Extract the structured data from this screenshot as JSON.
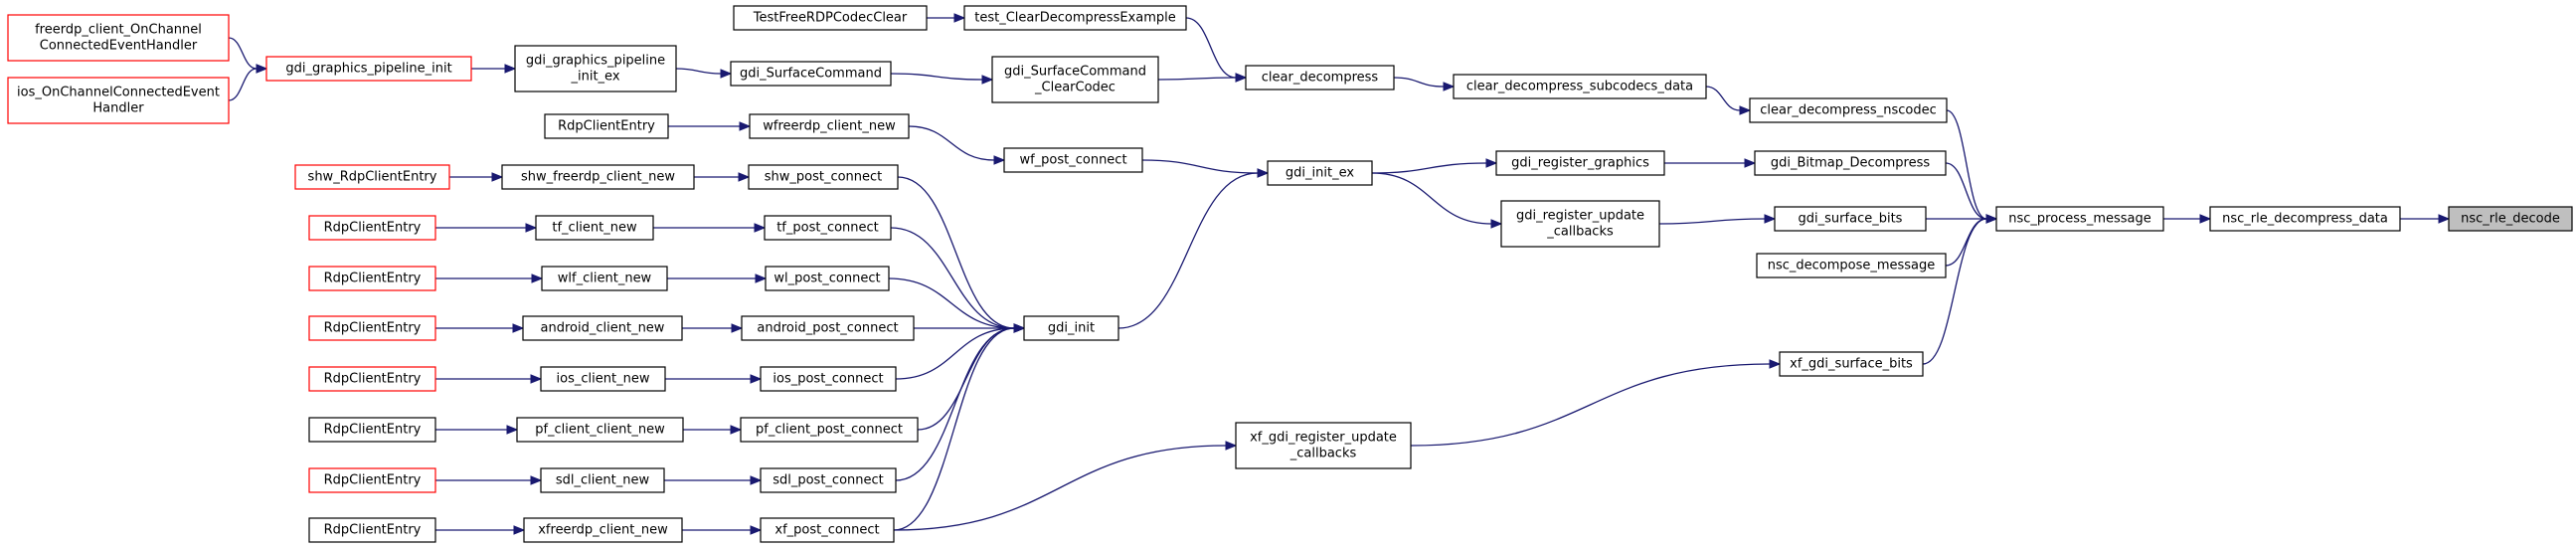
{
  "diagram": {
    "colors": {
      "edge": "#191970",
      "node_border": "#000000",
      "truncated_border": "#ff0000",
      "focus_fill": "#bfbfbf"
    },
    "nodes": [
      {
        "id": "n_freerdp_onch",
        "lines": [
          "freerdp_client_OnChannel",
          "ConnectedEventHandler"
        ],
        "style": "red"
      },
      {
        "id": "n_ios_onch",
        "lines": [
          "ios_OnChannelConnectedEvent",
          "Handler"
        ],
        "style": "red"
      },
      {
        "id": "n_gdi_gp_init",
        "lines": [
          "gdi_graphics_pipeline_init"
        ],
        "style": "red"
      },
      {
        "id": "n_gdi_gp_init_ex",
        "lines": [
          "gdi_graphics_pipeline",
          "_init_ex"
        ],
        "style": "normal"
      },
      {
        "id": "n_gdi_surface_cmd",
        "lines": [
          "gdi_SurfaceCommand"
        ],
        "style": "normal"
      },
      {
        "id": "n_gdi_surface_cmd_cc",
        "lines": [
          "gdi_SurfaceCommand",
          "_ClearCodec"
        ],
        "style": "normal"
      },
      {
        "id": "n_test_free",
        "lines": [
          "TestFreeRDPCodecClear"
        ],
        "style": "normal"
      },
      {
        "id": "n_test_clear",
        "lines": [
          "test_ClearDecompressExample"
        ],
        "style": "normal"
      },
      {
        "id": "n_clear_decompress",
        "lines": [
          "clear_decompress"
        ],
        "style": "normal"
      },
      {
        "id": "n_clear_subcodecs",
        "lines": [
          "clear_decompress_subcodecs_data"
        ],
        "style": "normal"
      },
      {
        "id": "n_clear_nscodec",
        "lines": [
          "clear_decompress_nscodec"
        ],
        "style": "normal"
      },
      {
        "id": "n_rdpce_wf",
        "lines": [
          "RdpClientEntry"
        ],
        "style": "normal"
      },
      {
        "id": "n_wfreerdp_new",
        "lines": [
          "wfreerdp_client_new"
        ],
        "style": "normal"
      },
      {
        "id": "n_wf_post",
        "lines": [
          "wf_post_connect"
        ],
        "style": "normal"
      },
      {
        "id": "n_gdi_init_ex",
        "lines": [
          "gdi_init_ex"
        ],
        "style": "normal"
      },
      {
        "id": "n_gdi_reg_graphics",
        "lines": [
          "gdi_register_graphics"
        ],
        "style": "normal"
      },
      {
        "id": "n_gdi_bitmap_dec",
        "lines": [
          "gdi_Bitmap_Decompress"
        ],
        "style": "normal"
      },
      {
        "id": "n_gdi_reg_update",
        "lines": [
          "gdi_register_update",
          "_callbacks"
        ],
        "style": "normal"
      },
      {
        "id": "n_gdi_surface_bits",
        "lines": [
          "gdi_surface_bits"
        ],
        "style": "normal"
      },
      {
        "id": "n_nsc_process",
        "lines": [
          "nsc_process_message"
        ],
        "style": "normal"
      },
      {
        "id": "n_nsc_decompose",
        "lines": [
          "nsc_decompose_message"
        ],
        "style": "normal"
      },
      {
        "id": "n_nsc_rle_data",
        "lines": [
          "nsc_rle_decompress_data"
        ],
        "style": "normal"
      },
      {
        "id": "n_nsc_rle_decode",
        "lines": [
          "nsc_rle_decode"
        ],
        "style": "focus"
      },
      {
        "id": "n_shw_entry",
        "lines": [
          "shw_RdpClientEntry"
        ],
        "style": "red"
      },
      {
        "id": "n_shw_new",
        "lines": [
          "shw_freerdp_client_new"
        ],
        "style": "normal"
      },
      {
        "id": "n_shw_post",
        "lines": [
          "shw_post_connect"
        ],
        "style": "normal"
      },
      {
        "id": "n_tf_entry",
        "lines": [
          "RdpClientEntry"
        ],
        "style": "red"
      },
      {
        "id": "n_tf_new",
        "lines": [
          "tf_client_new"
        ],
        "style": "normal"
      },
      {
        "id": "n_tf_post",
        "lines": [
          "tf_post_connect"
        ],
        "style": "normal"
      },
      {
        "id": "n_wlf_entry",
        "lines": [
          "RdpClientEntry"
        ],
        "style": "red"
      },
      {
        "id": "n_wlf_new",
        "lines": [
          "wlf_client_new"
        ],
        "style": "normal"
      },
      {
        "id": "n_wl_post",
        "lines": [
          "wl_post_connect"
        ],
        "style": "normal"
      },
      {
        "id": "n_android_entry",
        "lines": [
          "RdpClientEntry"
        ],
        "style": "red"
      },
      {
        "id": "n_android_new",
        "lines": [
          "android_client_new"
        ],
        "style": "normal"
      },
      {
        "id": "n_android_post",
        "lines": [
          "android_post_connect"
        ],
        "style": "normal"
      },
      {
        "id": "n_gdi_init",
        "lines": [
          "gdi_init"
        ],
        "style": "normal"
      },
      {
        "id": "n_ios_entry",
        "lines": [
          "RdpClientEntry"
        ],
        "style": "red"
      },
      {
        "id": "n_ios_new",
        "lines": [
          "ios_client_new"
        ],
        "style": "normal"
      },
      {
        "id": "n_ios_post",
        "lines": [
          "ios_post_connect"
        ],
        "style": "normal"
      },
      {
        "id": "n_pf_entry",
        "lines": [
          "RdpClientEntry"
        ],
        "style": "normal"
      },
      {
        "id": "n_pf_new",
        "lines": [
          "pf_client_client_new"
        ],
        "style": "normal"
      },
      {
        "id": "n_pf_post",
        "lines": [
          "pf_client_post_connect"
        ],
        "style": "normal"
      },
      {
        "id": "n_sdl_entry",
        "lines": [
          "RdpClientEntry"
        ],
        "style": "red"
      },
      {
        "id": "n_sdl_new",
        "lines": [
          "sdl_client_new"
        ],
        "style": "normal"
      },
      {
        "id": "n_sdl_post",
        "lines": [
          "sdl_post_connect"
        ],
        "style": "normal"
      },
      {
        "id": "n_xf_entry",
        "lines": [
          "RdpClientEntry"
        ],
        "style": "normal"
      },
      {
        "id": "n_xf_new",
        "lines": [
          "xfreerdp_client_new"
        ],
        "style": "normal"
      },
      {
        "id": "n_xf_post",
        "lines": [
          "xf_post_connect"
        ],
        "style": "normal"
      },
      {
        "id": "n_xf_reg_update",
        "lines": [
          "xf_gdi_register_update",
          "_callbacks"
        ],
        "style": "normal"
      },
      {
        "id": "n_xf_surface_bits",
        "lines": [
          "xf_gdi_surface_bits"
        ],
        "style": "normal"
      }
    ],
    "edges": [
      [
        "n_freerdp_onch",
        "n_gdi_gp_init"
      ],
      [
        "n_ios_onch",
        "n_gdi_gp_init"
      ],
      [
        "n_gdi_gp_init",
        "n_gdi_gp_init_ex"
      ],
      [
        "n_gdi_gp_init_ex",
        "n_gdi_surface_cmd"
      ],
      [
        "n_gdi_surface_cmd",
        "n_gdi_surface_cmd_cc"
      ],
      [
        "n_gdi_surface_cmd_cc",
        "n_clear_decompress"
      ],
      [
        "n_test_free",
        "n_test_clear"
      ],
      [
        "n_test_clear",
        "n_clear_decompress"
      ],
      [
        "n_clear_decompress",
        "n_clear_subcodecs"
      ],
      [
        "n_clear_subcodecs",
        "n_clear_nscodec"
      ],
      [
        "n_clear_nscodec",
        "n_nsc_process"
      ],
      [
        "n_rdpce_wf",
        "n_wfreerdp_new"
      ],
      [
        "n_wfreerdp_new",
        "n_wf_post"
      ],
      [
        "n_wf_post",
        "n_gdi_init_ex"
      ],
      [
        "n_gdi_init_ex",
        "n_gdi_reg_graphics"
      ],
      [
        "n_gdi_init_ex",
        "n_gdi_reg_update"
      ],
      [
        "n_gdi_reg_graphics",
        "n_gdi_bitmap_dec"
      ],
      [
        "n_gdi_bitmap_dec",
        "n_nsc_process"
      ],
      [
        "n_gdi_reg_update",
        "n_gdi_surface_bits"
      ],
      [
        "n_gdi_surface_bits",
        "n_nsc_process"
      ],
      [
        "n_nsc_decompose",
        "n_nsc_process"
      ],
      [
        "n_nsc_process",
        "n_nsc_rle_data"
      ],
      [
        "n_nsc_rle_data",
        "n_nsc_rle_decode"
      ],
      [
        "n_shw_entry",
        "n_shw_new"
      ],
      [
        "n_shw_new",
        "n_shw_post"
      ],
      [
        "n_shw_post",
        "n_gdi_init"
      ],
      [
        "n_tf_entry",
        "n_tf_new"
      ],
      [
        "n_tf_new",
        "n_tf_post"
      ],
      [
        "n_tf_post",
        "n_gdi_init"
      ],
      [
        "n_wlf_entry",
        "n_wlf_new"
      ],
      [
        "n_wlf_new",
        "n_wl_post"
      ],
      [
        "n_wl_post",
        "n_gdi_init"
      ],
      [
        "n_android_entry",
        "n_android_new"
      ],
      [
        "n_android_new",
        "n_android_post"
      ],
      [
        "n_android_post",
        "n_gdi_init"
      ],
      [
        "n_ios_entry",
        "n_ios_new"
      ],
      [
        "n_ios_new",
        "n_ios_post"
      ],
      [
        "n_ios_post",
        "n_gdi_init"
      ],
      [
        "n_pf_entry",
        "n_pf_new"
      ],
      [
        "n_pf_new",
        "n_pf_post"
      ],
      [
        "n_pf_post",
        "n_gdi_init"
      ],
      [
        "n_sdl_entry",
        "n_sdl_new"
      ],
      [
        "n_sdl_new",
        "n_sdl_post"
      ],
      [
        "n_sdl_post",
        "n_gdi_init"
      ],
      [
        "n_xf_entry",
        "n_xf_new"
      ],
      [
        "n_xf_new",
        "n_xf_post"
      ],
      [
        "n_xf_post",
        "n_gdi_init"
      ],
      [
        "n_xf_post",
        "n_xf_reg_update"
      ],
      [
        "n_xf_reg_update",
        "n_xf_surface_bits"
      ],
      [
        "n_xf_surface_bits",
        "n_nsc_process"
      ],
      [
        "n_gdi_init",
        "n_gdi_init_ex"
      ]
    ]
  }
}
